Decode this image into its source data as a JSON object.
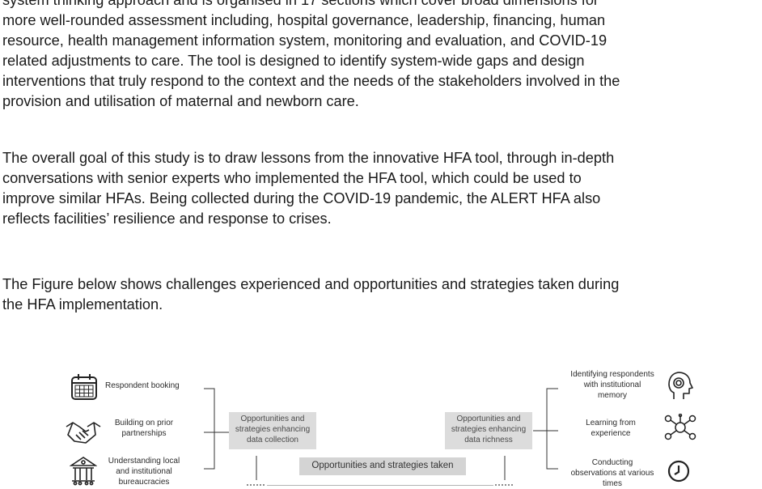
{
  "paragraphs": {
    "p1": [
      "system thinking approach and is organised in 17 sections which cover broad dimensions for",
      "more well-rounded assessment including, hospital governance, leadership, financing,  human",
      "resource, health management information system, monitoring and evaluation, and COVID-19",
      "related adjustments to care. The tool is designed to identify system-wide gaps and design",
      "interventions that truly respond to the context and the needs of the stakeholders involved in the",
      "provision and utilisation of maternal and newborn care."
    ],
    "p2": [
      "The overall goal of this study is to draw lessons from the innovative HFA tool, through in-depth",
      "conversations with senior experts who implemented the HFA tool, which could be used to",
      "improve similar HFAs. Being collected during the COVID-19 pandemic, the ALERT HFA also",
      "reflects facilities’ resilience and response to crises."
    ],
    "p3": [
      "The Figure below shows challenges experienced and opportunities and strategies taken during",
      "the HFA implementation."
    ]
  },
  "figure": {
    "left_items": [
      {
        "label": "Respondent booking",
        "icon": "calendar-icon"
      },
      {
        "label": "Building on prior\npartnerships",
        "icon": "handshake-icon"
      },
      {
        "label": "Understanding local\nand institutional\nbureaucracies",
        "icon": "institution-building-icon"
      }
    ],
    "right_items": [
      {
        "label": "Identifying respondents\nwith institutional\nmemory",
        "icon": "head-memory-icon"
      },
      {
        "label": "Learning from\nexperience",
        "icon": "network-learning-icon"
      },
      {
        "label": "Conducting\nobservations at various\ntimes",
        "icon": "clock-icon"
      }
    ],
    "left_box": "Opportunities and\nstrategies enhancing\ndata collection",
    "right_box": "Opportunities and\nstrategies enhancing\ndata richness",
    "center_box": "Opportunities and strategies taken"
  }
}
